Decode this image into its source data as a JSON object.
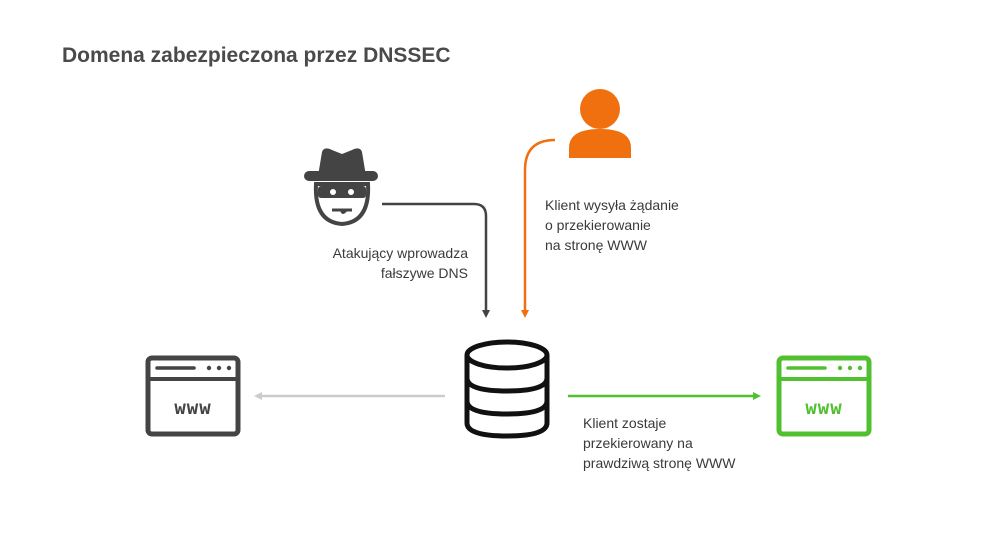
{
  "title": "Domena zabezpieczona przez DNSSEC",
  "nodes": {
    "attacker": {
      "icon": "attacker-icon",
      "label_lines": [
        "Atakujący wprowadza",
        "fałszywe DNS"
      ]
    },
    "client": {
      "icon": "user-icon",
      "label_lines": [
        "Klient wysyła żądanie",
        "o przekierowanie",
        "na stronę WWW"
      ]
    },
    "dns_server": {
      "icon": "database-icon"
    },
    "fake_site": {
      "icon": "browser-window-icon",
      "text": "www"
    },
    "real_site": {
      "icon": "browser-window-icon",
      "text": "www",
      "label_lines": [
        "Klient zostaje",
        "przekierowany na",
        "prawdziwą stronę WWW"
      ]
    }
  },
  "colors": {
    "dark": "#444444",
    "orange": "#f07010",
    "green": "#50c030",
    "gray": "#cccccc",
    "title": "#4a4a4a"
  }
}
